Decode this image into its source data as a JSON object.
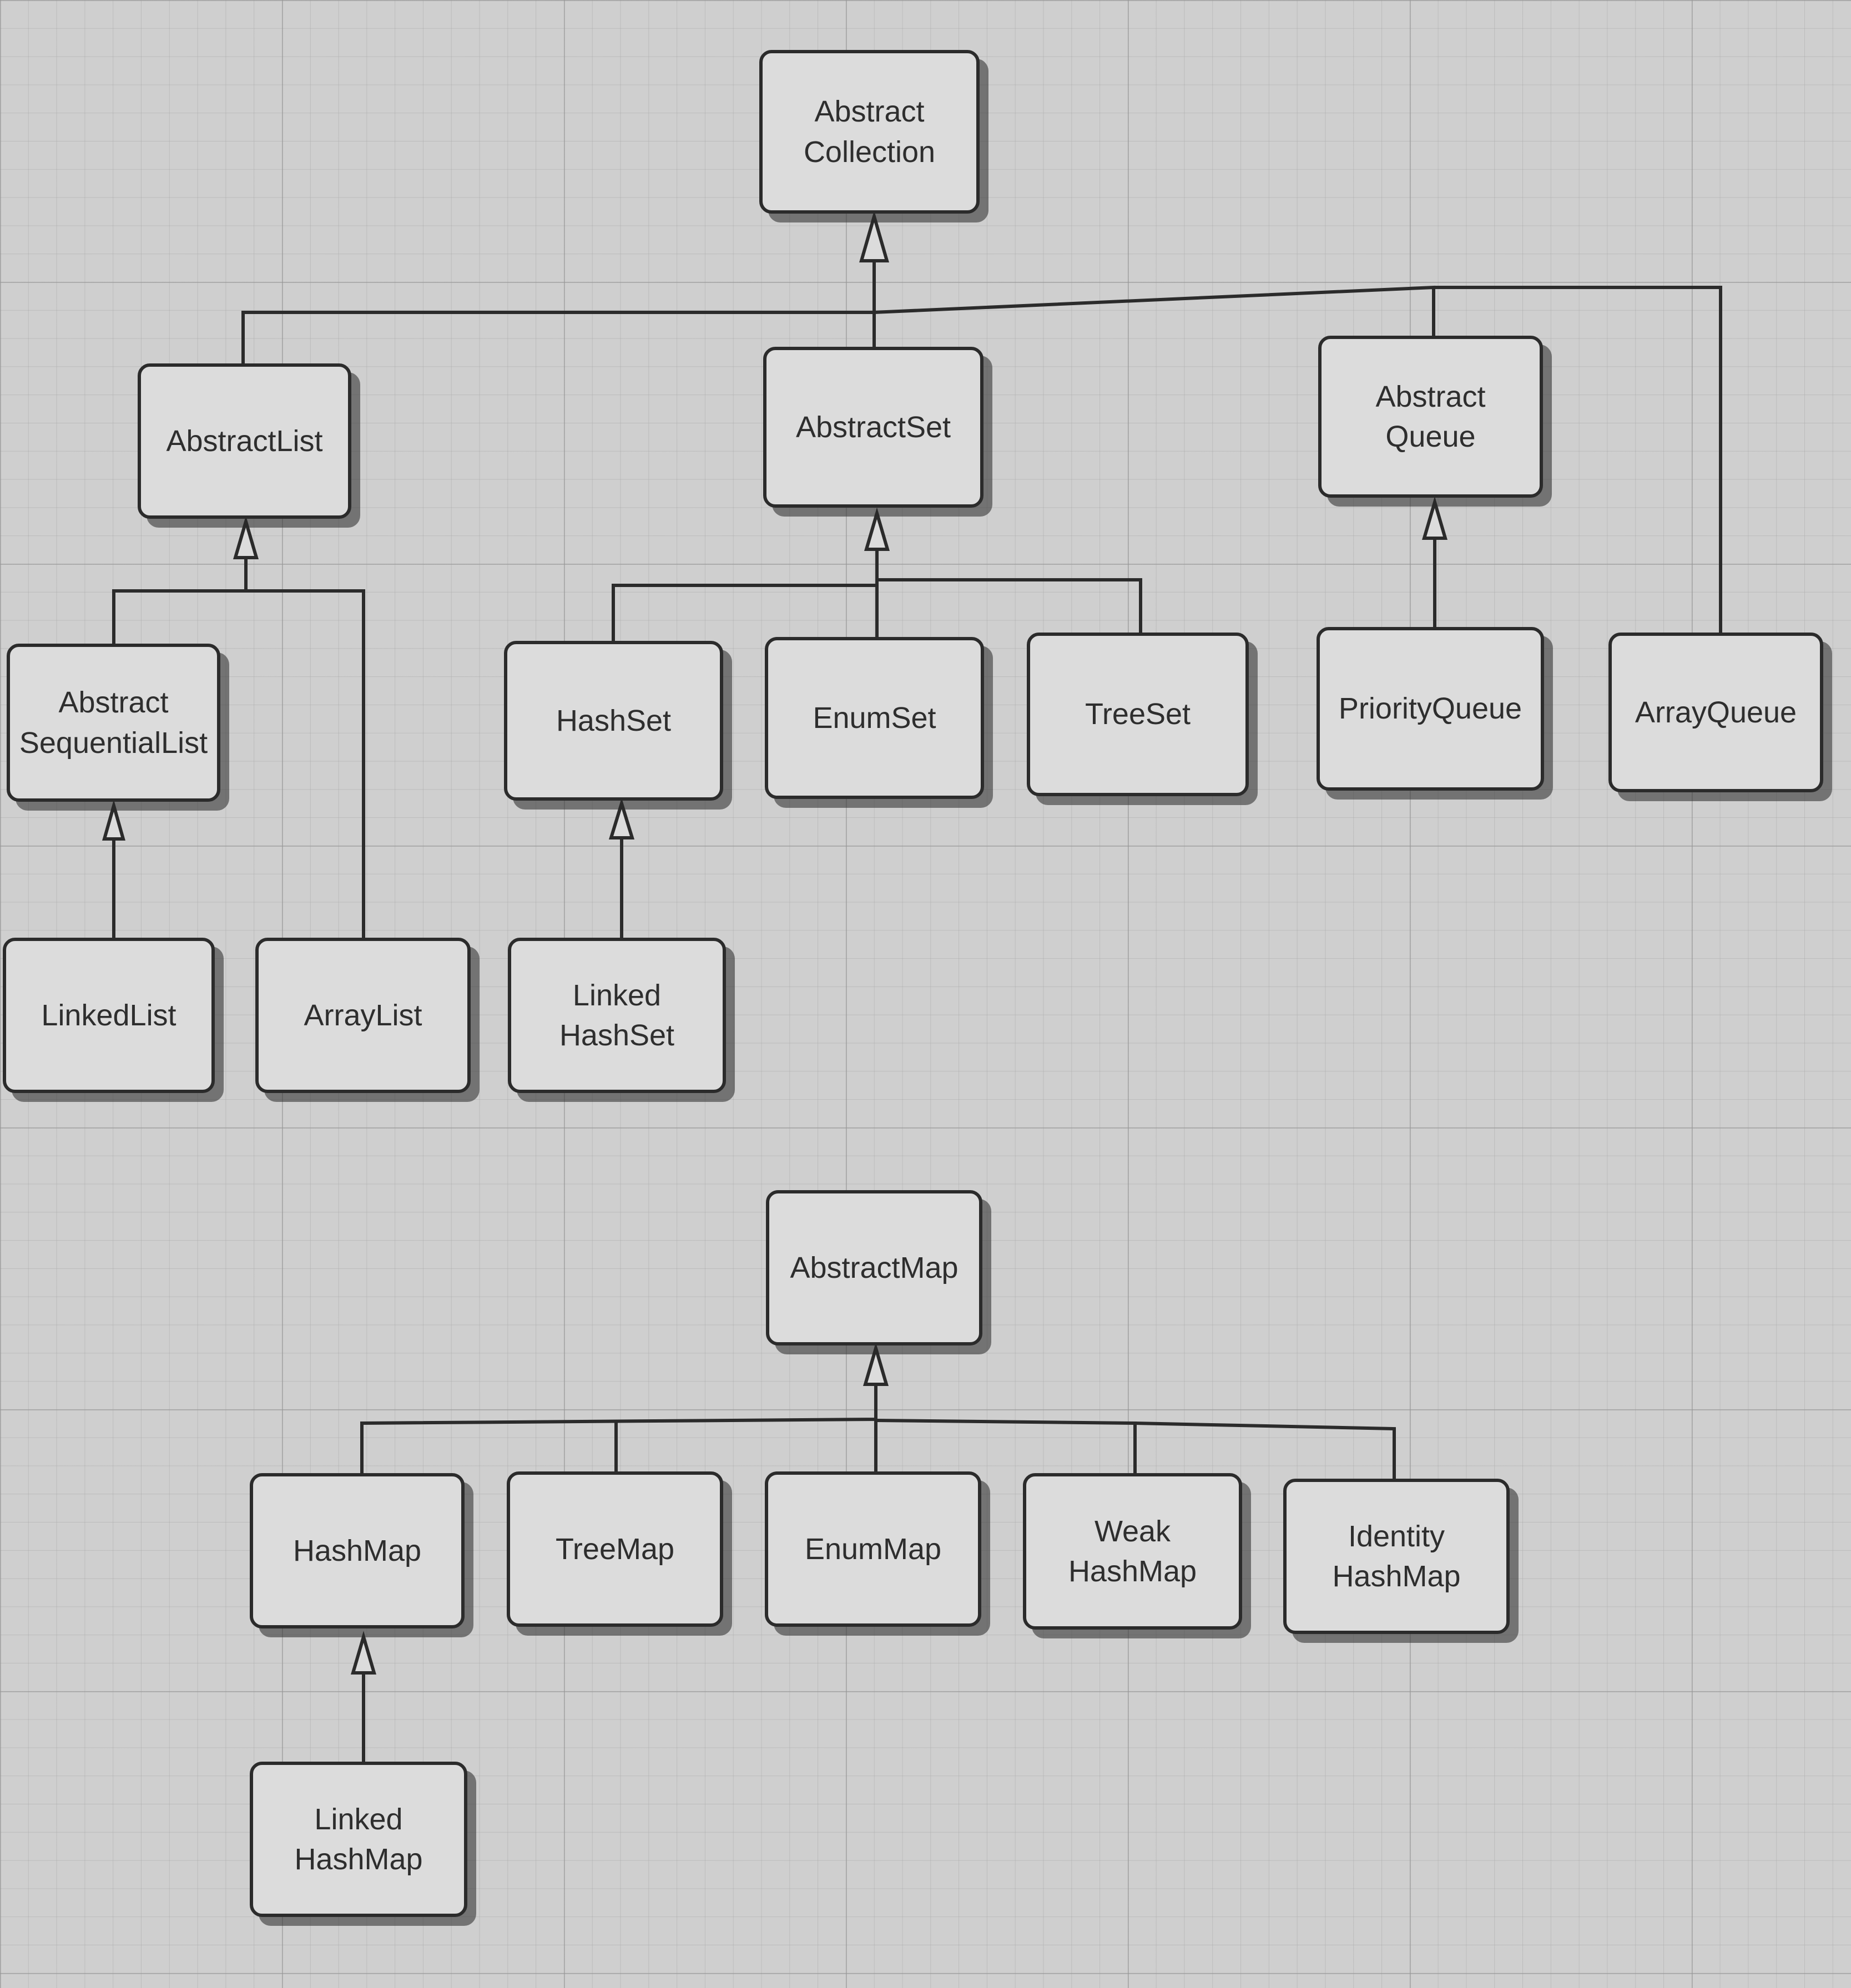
{
  "diagram": {
    "nodes": {
      "abstract_collection": {
        "line1": "Abstract",
        "line2": "Collection"
      },
      "abstract_list": {
        "label": "AbstractList"
      },
      "abstract_set": {
        "label": "AbstractSet"
      },
      "abstract_queue": {
        "line1": "Abstract",
        "line2": "Queue"
      },
      "abstract_sequential_list": {
        "line1": "Abstract",
        "line2": "SequentialList"
      },
      "hash_set": {
        "label": "HashSet"
      },
      "enum_set": {
        "label": "EnumSet"
      },
      "tree_set": {
        "label": "TreeSet"
      },
      "priority_queue": {
        "label": "PriorityQueue"
      },
      "array_queue": {
        "label": "ArrayQueue"
      },
      "linked_list": {
        "label": "LinkedList"
      },
      "array_list": {
        "label": "ArrayList"
      },
      "linked_hash_set": {
        "line1": "Linked",
        "line2": "HashSet"
      },
      "abstract_map": {
        "label": "AbstractMap"
      },
      "hash_map": {
        "label": "HashMap"
      },
      "tree_map": {
        "label": "TreeMap"
      },
      "enum_map": {
        "label": "EnumMap"
      },
      "weak_hash_map": {
        "line1": "Weak",
        "line2": "HashMap"
      },
      "identity_hash_map": {
        "line1": "Identity",
        "line2": "HashMap"
      },
      "linked_hash_map": {
        "line1": "Linked",
        "line2": "HashMap"
      }
    },
    "edges": [
      {
        "from": "abstract_list",
        "to": "abstract_collection"
      },
      {
        "from": "abstract_set",
        "to": "abstract_collection"
      },
      {
        "from": "abstract_queue",
        "to": "abstract_collection"
      },
      {
        "from": "array_queue",
        "to": "abstract_collection"
      },
      {
        "from": "abstract_sequential_list",
        "to": "abstract_list"
      },
      {
        "from": "array_list",
        "to": "abstract_list"
      },
      {
        "from": "linked_list",
        "to": "abstract_sequential_list"
      },
      {
        "from": "hash_set",
        "to": "abstract_set"
      },
      {
        "from": "enum_set",
        "to": "abstract_set"
      },
      {
        "from": "tree_set",
        "to": "abstract_set"
      },
      {
        "from": "linked_hash_set",
        "to": "hash_set"
      },
      {
        "from": "priority_queue",
        "to": "abstract_queue"
      },
      {
        "from": "hash_map",
        "to": "abstract_map"
      },
      {
        "from": "tree_map",
        "to": "abstract_map"
      },
      {
        "from": "enum_map",
        "to": "abstract_map"
      },
      {
        "from": "weak_hash_map",
        "to": "abstract_map"
      },
      {
        "from": "identity_hash_map",
        "to": "abstract_map"
      },
      {
        "from": "linked_hash_map",
        "to": "hash_map"
      }
    ]
  }
}
